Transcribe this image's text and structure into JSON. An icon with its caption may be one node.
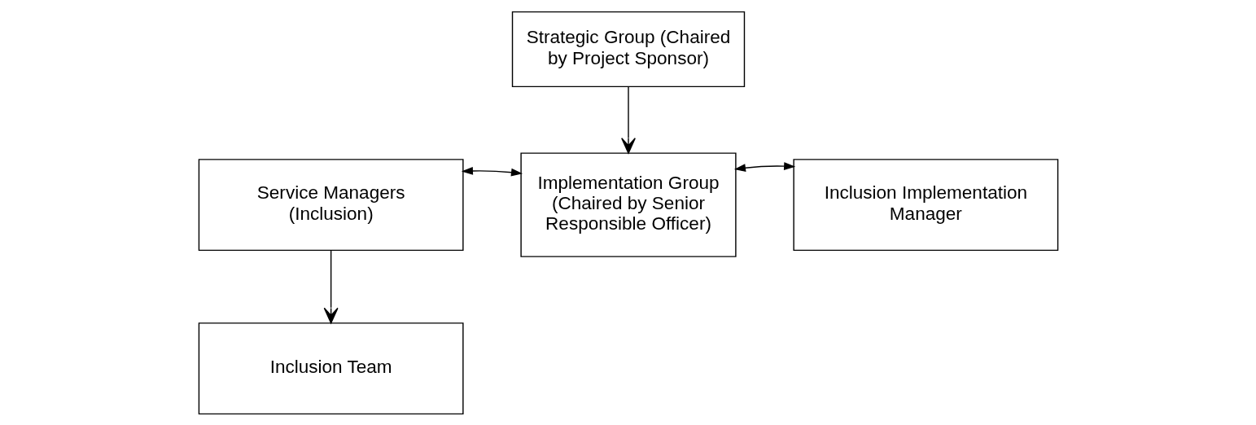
{
  "diagram": {
    "nodes": [
      {
        "text": [
          "Strategic Group (Chaired by Project Sponsor)"
        ]
      },
      {
        "text": [
          "Service Managers (Inclusion)"
        ]
      },
      {
        "text": [
          "Implementation Group (Chaired by Senior Responsible Officer)"
        ]
      },
      {
        "text": [
          "Inclusion Implementation Manager"
        ]
      },
      {
        "text": [
          "Inclusion Team"
        ]
      }
    ],
    "edges": [
      {
        "from": 0,
        "to": 2,
        "arrow": "to"
      },
      {
        "from": 2,
        "to": 1,
        "arrow": "both"
      },
      {
        "from": 2,
        "to": 3,
        "arrow": "both"
      },
      {
        "from": 1,
        "to": 4,
        "arrow": "to"
      }
    ]
  }
}
